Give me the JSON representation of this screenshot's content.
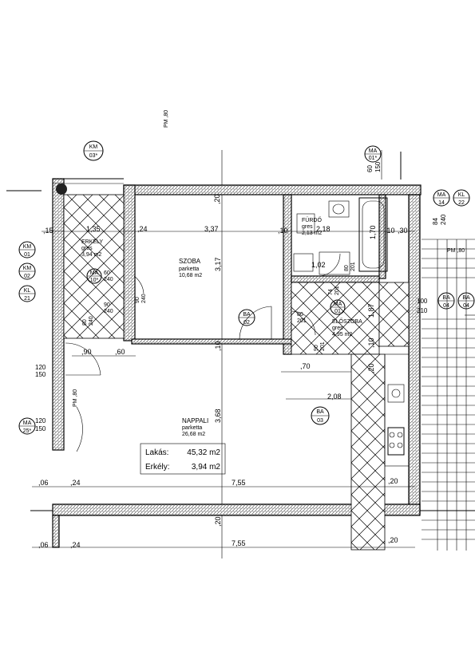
{
  "tags": {
    "km03": {
      "top": "KM",
      "bottom": "03*"
    },
    "ma01": {
      "top": "MA",
      "bottom": "01*"
    },
    "ma14": {
      "top": "MA",
      "bottom": "14"
    },
    "kl22": {
      "top": "KL",
      "bottom": "22"
    },
    "km01": {
      "top": "KM",
      "bottom": "01"
    },
    "km02": {
      "top": "KM",
      "bottom": "02"
    },
    "kl21": {
      "top": "KL",
      "bottom": "21"
    },
    "ma10": {
      "top": "MA",
      "bottom": "10*"
    },
    "ba02": {
      "top": "BA",
      "bottom": "02"
    },
    "ma01b": {
      "top": "MA",
      "bottom": "01"
    },
    "ba03": {
      "top": "BA",
      "bottom": "03"
    },
    "ma25": {
      "top": "MA",
      "bottom": "25*"
    },
    "ba04": {
      "top": "BA",
      "bottom": "04"
    },
    "ba04b": {
      "top": "BA",
      "bottom": "04"
    }
  },
  "rooms": {
    "erkely": {
      "name": "ERKÉLY",
      "floor": "gres",
      "area": "3,94 m2"
    },
    "szoba": {
      "name": "SZOBA",
      "floor": "parketta",
      "area": "10,68 m2"
    },
    "furdo": {
      "name": "FÜRDŐ",
      "floor": "gres",
      "area": "2,13 m2"
    },
    "eloszoba": {
      "name": "ELŐSZOBA",
      "floor": "gres",
      "area": "4,95 m2"
    },
    "nappali": {
      "name": "NAPPALI",
      "floor": "parketta",
      "area": "26,68 m2"
    }
  },
  "summary": {
    "lakas_label": "Lakás:",
    "lakas_value": "45,32 m2",
    "erkely_label": "Erkély:",
    "erkely_value": "3,94 m2"
  },
  "dims": {
    "d15": ",15",
    "d135": "1,35",
    "d24a": ",24",
    "d337": "3,37",
    "d10a": ",10",
    "d218": "2,18",
    "d10b": ",10",
    "d30": ",30",
    "d20v": ",20",
    "d317": "3,17",
    "d170": "1,70",
    "d102": "1,02",
    "d10v": ",10",
    "d368": "3,68",
    "d90": ",90",
    "d60": ",60",
    "d70": ",70",
    "d208": "2,08",
    "d187": "1,87",
    "d10v2": ",10",
    "d20v2": ",20",
    "d06a": ",06",
    "d24b": ",24",
    "d755a": "7,55",
    "d20a": ",20",
    "d06b": ",06",
    "d24c": ",24",
    "d755b": "7,55",
    "d20b": ",20",
    "d120a": "120",
    "d150a": "150",
    "d120b": "120",
    "d150b": "150",
    "d100": "100",
    "d210": "210",
    "d60b": "60",
    "d150c": "150",
    "d84": "84",
    "d240": "240",
    "pm080a": "PM ,80",
    "pm080b": "PM ,80",
    "pm080c": "PM ,80",
    "d90b": "90",
    "d240b": "240",
    "d60c": "60",
    "d240c": "240",
    "d80": "80",
    "d240d": "240",
    "d90c": "90",
    "d240e": "240",
    "d74": "74",
    "d201": "201",
    "d80b": "80",
    "d201b": "201",
    "d90d": "90",
    "d201c": "201",
    "d80c": "80",
    "d201d": "201"
  },
  "colors": {
    "ink": "#000000",
    "paper": "#ffffff"
  }
}
